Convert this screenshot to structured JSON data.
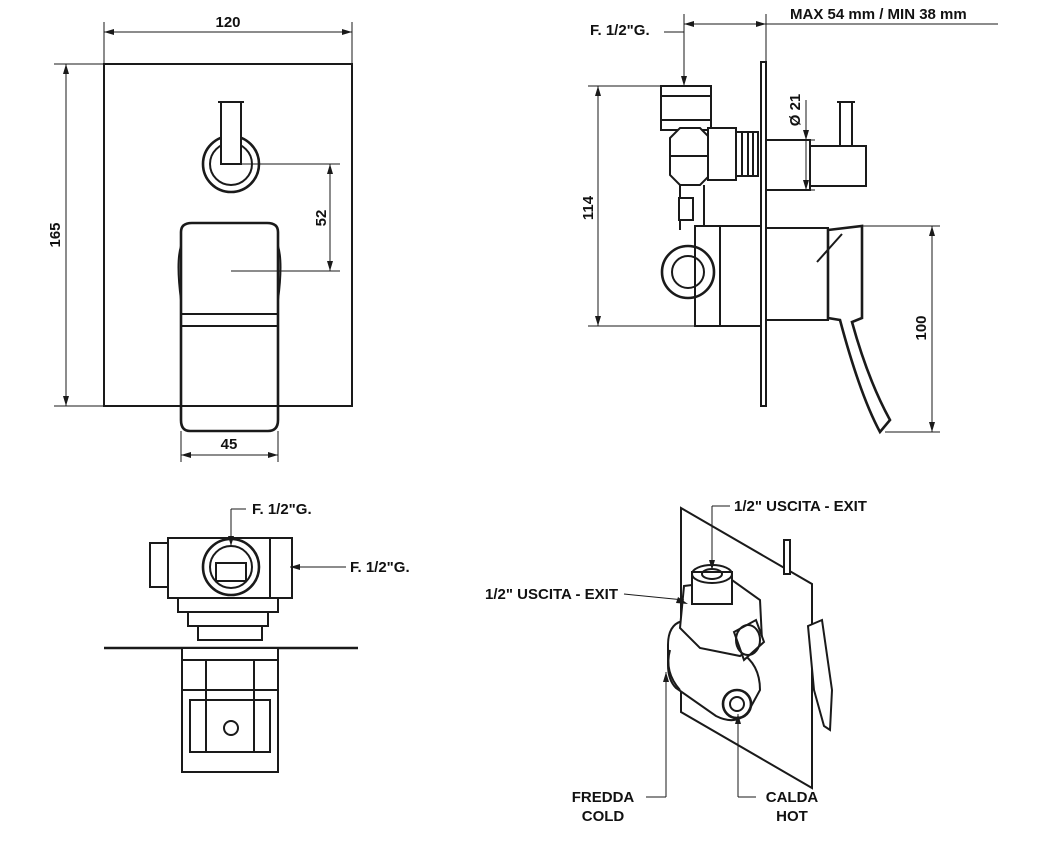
{
  "front_view": {
    "width_dim": "120",
    "height_dim": "165",
    "handle_offset_dim": "52",
    "lever_width_dim": "45"
  },
  "side_view": {
    "thread_label": "F. 1/2\"G.",
    "depth_label": "MAX 54 mm / MIN 38 mm",
    "diameter_label": "Ø 21",
    "height_dim": "114",
    "lever_height_dim": "100"
  },
  "top_view": {
    "thread_top_label": "F. 1/2\"G.",
    "thread_side_label": "F. 1/2\"G."
  },
  "iso_view": {
    "exit_top_label": "1/2\" USCITA - EXIT",
    "exit_left_label": "1/2\" USCITA - EXIT",
    "cold_label_it": "FREDDA",
    "cold_label_en": "COLD",
    "hot_label_it": "CALDA",
    "hot_label_en": "HOT"
  }
}
